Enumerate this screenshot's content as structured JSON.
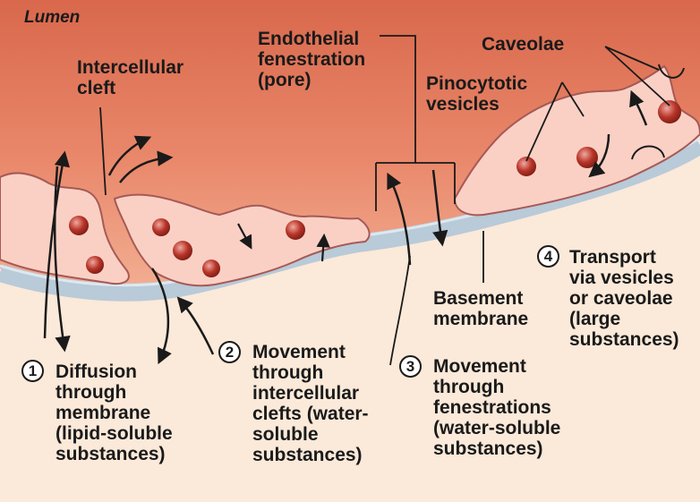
{
  "colors": {
    "lumen_top": "#d9684c",
    "lumen_mid": "#e9876a",
    "lumen_bottom": "#f2ac90",
    "tissue": "#fbe9d9",
    "cell_fill": "#fad0c5",
    "cell_stroke": "#a65a55",
    "vesicle": "#b83428",
    "membrane": "#b9cad8",
    "membrane_edge": "#dde8f0",
    "ink": "#1a1a1a"
  },
  "labels": {
    "lumen": "Lumen",
    "intercellular_cleft": "Intercellular\ncleft",
    "endothelial_fenestration": "Endothelial\nfenestration\n(pore)",
    "caveolae": "Caveolae",
    "pinocytotic_vesicles": "Pinocytotic\nvesicles",
    "basement_membrane": "Basement\nmembrane"
  },
  "routes": [
    {
      "number": "1",
      "text": "Diffusion\nthrough\nmembrane\n(lipid-soluble\nsubstances)"
    },
    {
      "number": "2",
      "text": "Movement\nthrough\nintercellular\nclefts (water-\nsoluble\nsubstances)"
    },
    {
      "number": "3",
      "text": "Movement\nthrough\nfenestrations\n(water-soluble\nsubstances)"
    },
    {
      "number": "4",
      "text": "Transport\nvia vesicles\nor caveolae\n(large\nsubstances)"
    }
  ]
}
